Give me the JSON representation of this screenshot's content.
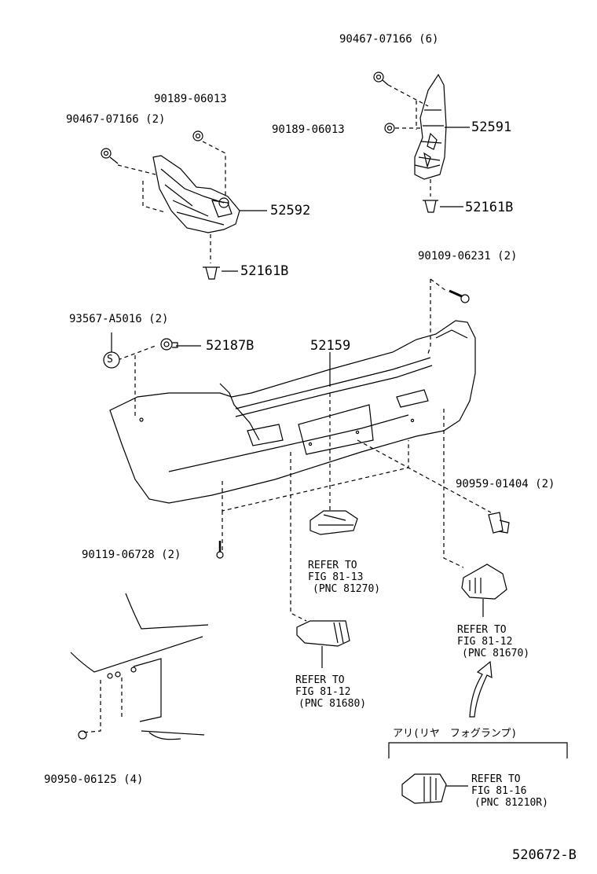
{
  "parts": {
    "p1": "90467-07166 (6)",
    "p2": "90189-06013",
    "p3": "90467-07166 (2)",
    "p4": "90189-06013",
    "p5": "52591",
    "p6": "52592",
    "p7": "52161B",
    "p8": "52161B",
    "p9": "90109-06231 (2)",
    "p10": "93567-A5016 (2)",
    "p11": "52187B",
    "p12": "52159",
    "p13": "90959-01404 (2)",
    "p14": "90119-06728 (2)",
    "p15": "90950-06125 (4)",
    "s_mark": "S"
  },
  "refs": {
    "r1": [
      "REFER TO",
      "FIG 81-13",
      "(PNC 81270)"
    ],
    "r2": [
      "REFER TO",
      "FIG 81-12",
      "(PNC 81670)"
    ],
    "r3": [
      "REFER TO",
      "FIG 81-12",
      "(PNC 81680)"
    ],
    "r4": [
      "REFER TO",
      "FIG 81-16",
      "(PNC 81210R)"
    ]
  },
  "option_label": "アリ(リヤ　フォグランプ)",
  "figure_code": "520672-B"
}
